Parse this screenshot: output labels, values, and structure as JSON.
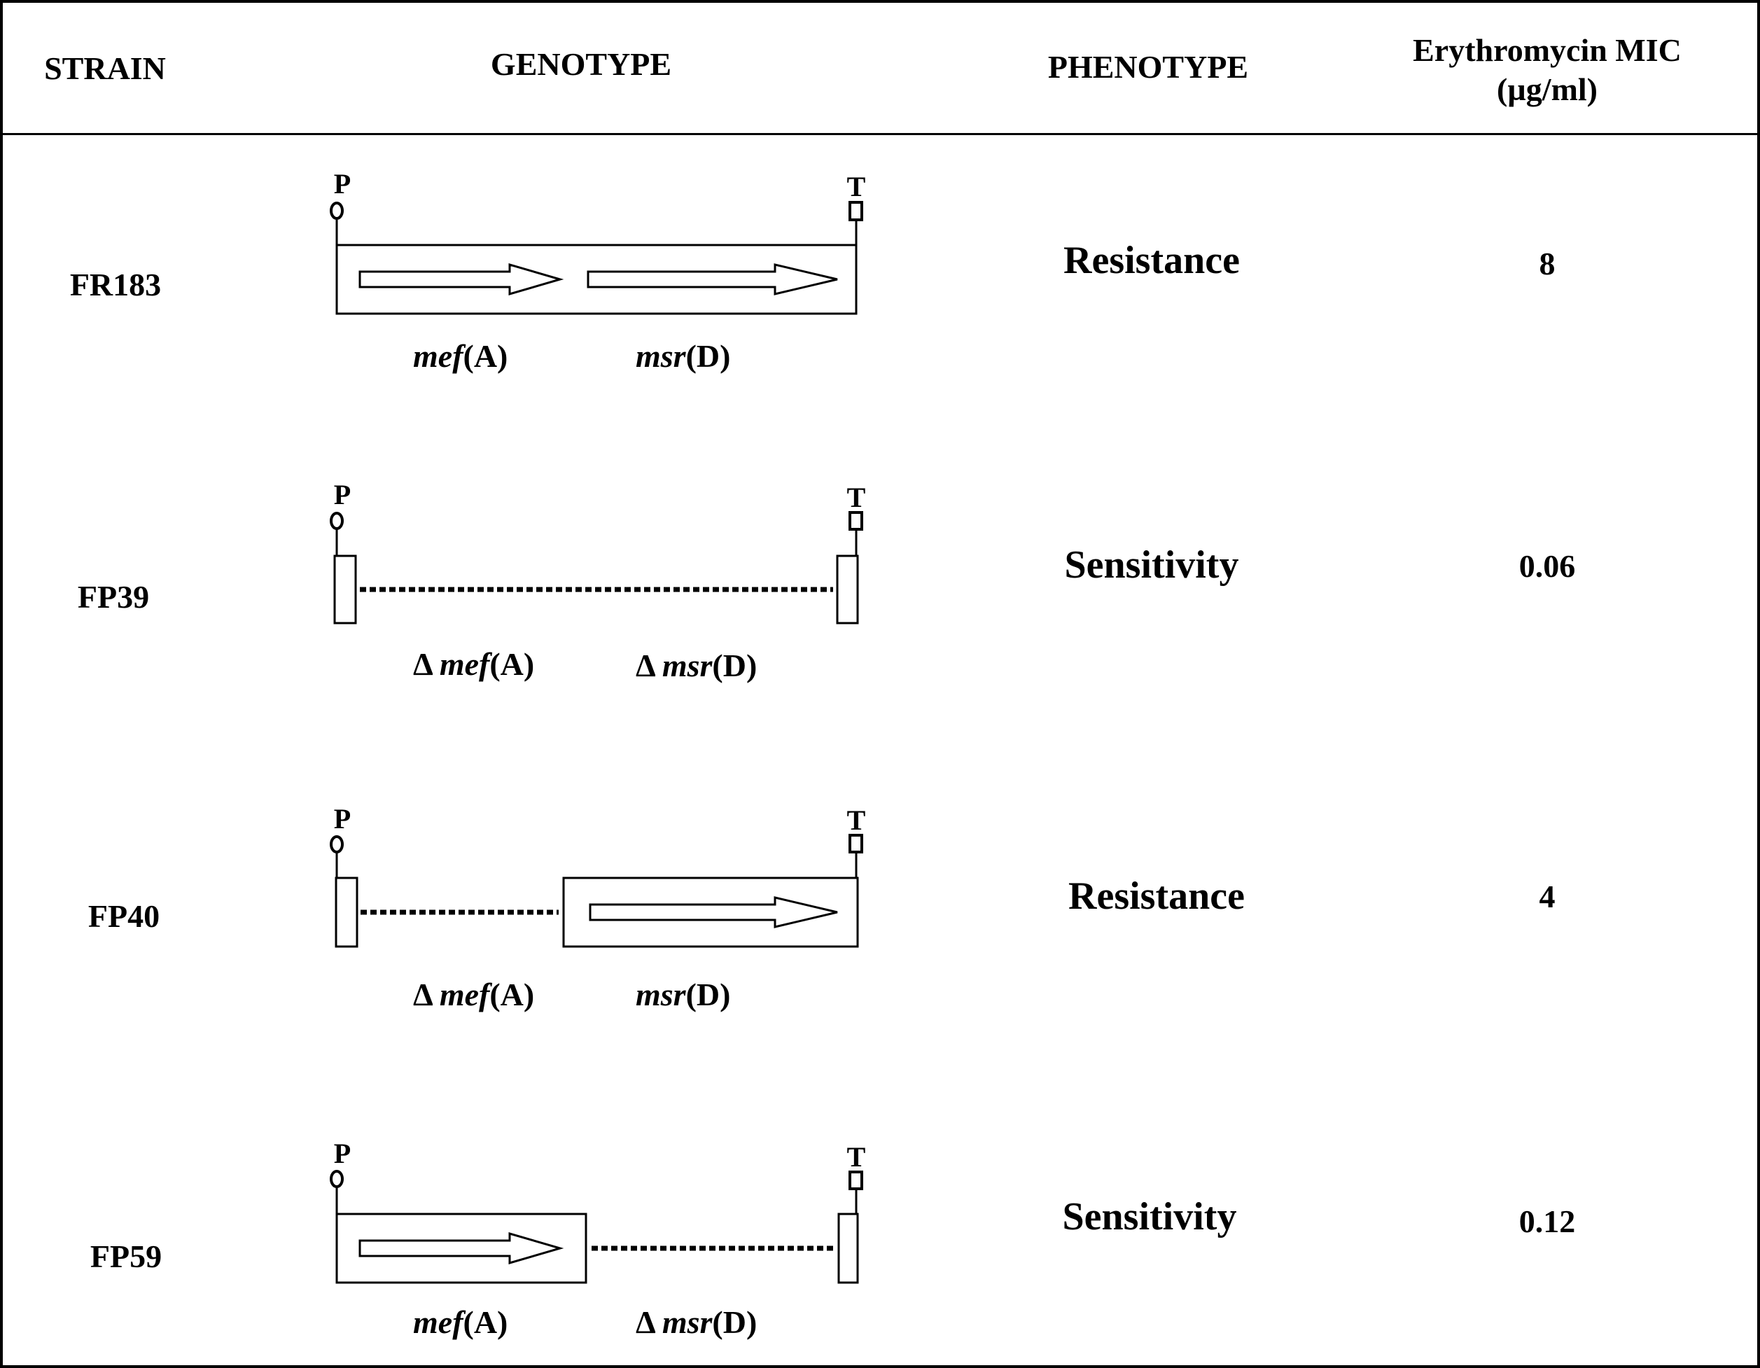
{
  "headers": {
    "strain": "STRAIN",
    "genotype": "GENOTYPE",
    "phenotype": "PHENOTYPE",
    "mic_line1": "Erythromycin MIC",
    "mic_line2": "(µg/ml)"
  },
  "markers": {
    "promoter": "P",
    "terminator": "T"
  },
  "symbols": {
    "delta": "Δ"
  },
  "rows": [
    {
      "strain": "FR183",
      "phenotype": "Resistance",
      "mic": "8",
      "gene1": {
        "deleted": false,
        "prefix": "",
        "name": "mef",
        "suffix": "(A)"
      },
      "gene2": {
        "deleted": false,
        "prefix": "",
        "name": "msr",
        "suffix": "(D)"
      }
    },
    {
      "strain": "FP39",
      "phenotype": "Sensitivity",
      "mic": "0.06",
      "gene1": {
        "deleted": true,
        "prefix": "Δ",
        "name": "mef",
        "suffix": "(A)"
      },
      "gene2": {
        "deleted": true,
        "prefix": "Δ",
        "name": "msr",
        "suffix": "(D)"
      }
    },
    {
      "strain": "FP40",
      "phenotype": "Resistance",
      "mic": "4",
      "gene1": {
        "deleted": true,
        "prefix": "Δ",
        "name": "mef",
        "suffix": "(A)"
      },
      "gene2": {
        "deleted": false,
        "prefix": "",
        "name": "msr",
        "suffix": "(D)"
      }
    },
    {
      "strain": "FP59",
      "phenotype": "Sensitivity",
      "mic": "0.12",
      "gene1": {
        "deleted": false,
        "prefix": "",
        "name": "mef",
        "suffix": "(A)"
      },
      "gene2": {
        "deleted": true,
        "prefix": "Δ",
        "name": "msr",
        "suffix": "(D)"
      }
    }
  ]
}
